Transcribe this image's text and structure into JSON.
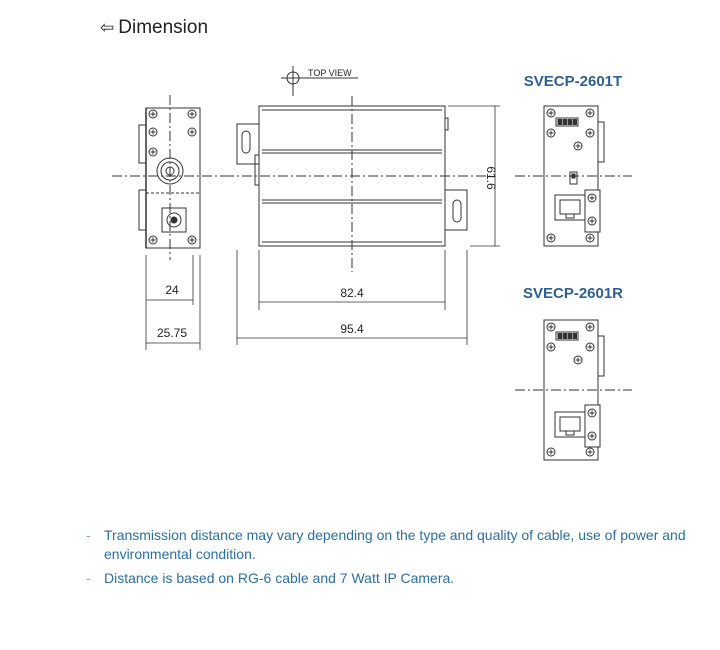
{
  "heading": {
    "icon": "back-arrow-icon",
    "title": "Dimension"
  },
  "drawing": {
    "top_view_label": "TOP VIEW",
    "dims": {
      "d24": "24",
      "d2575": "25.75",
      "d824": "82.4",
      "d954": "95.4",
      "d616": "61.6"
    },
    "models": {
      "transmitter": "SVECP-2601T",
      "receiver": "SVECP-2601R"
    },
    "colors": {
      "line": "#333333",
      "model": "#2f5f92",
      "note": "#2a6fa3"
    }
  },
  "notes": [
    {
      "bullet": "-",
      "text": "Transmission distance may vary depending on the type and quality of cable, use of power and environmental condition."
    },
    {
      "bullet": "-",
      "text": "Distance is based on RG-6 cable and 7 Watt IP Camera."
    }
  ]
}
